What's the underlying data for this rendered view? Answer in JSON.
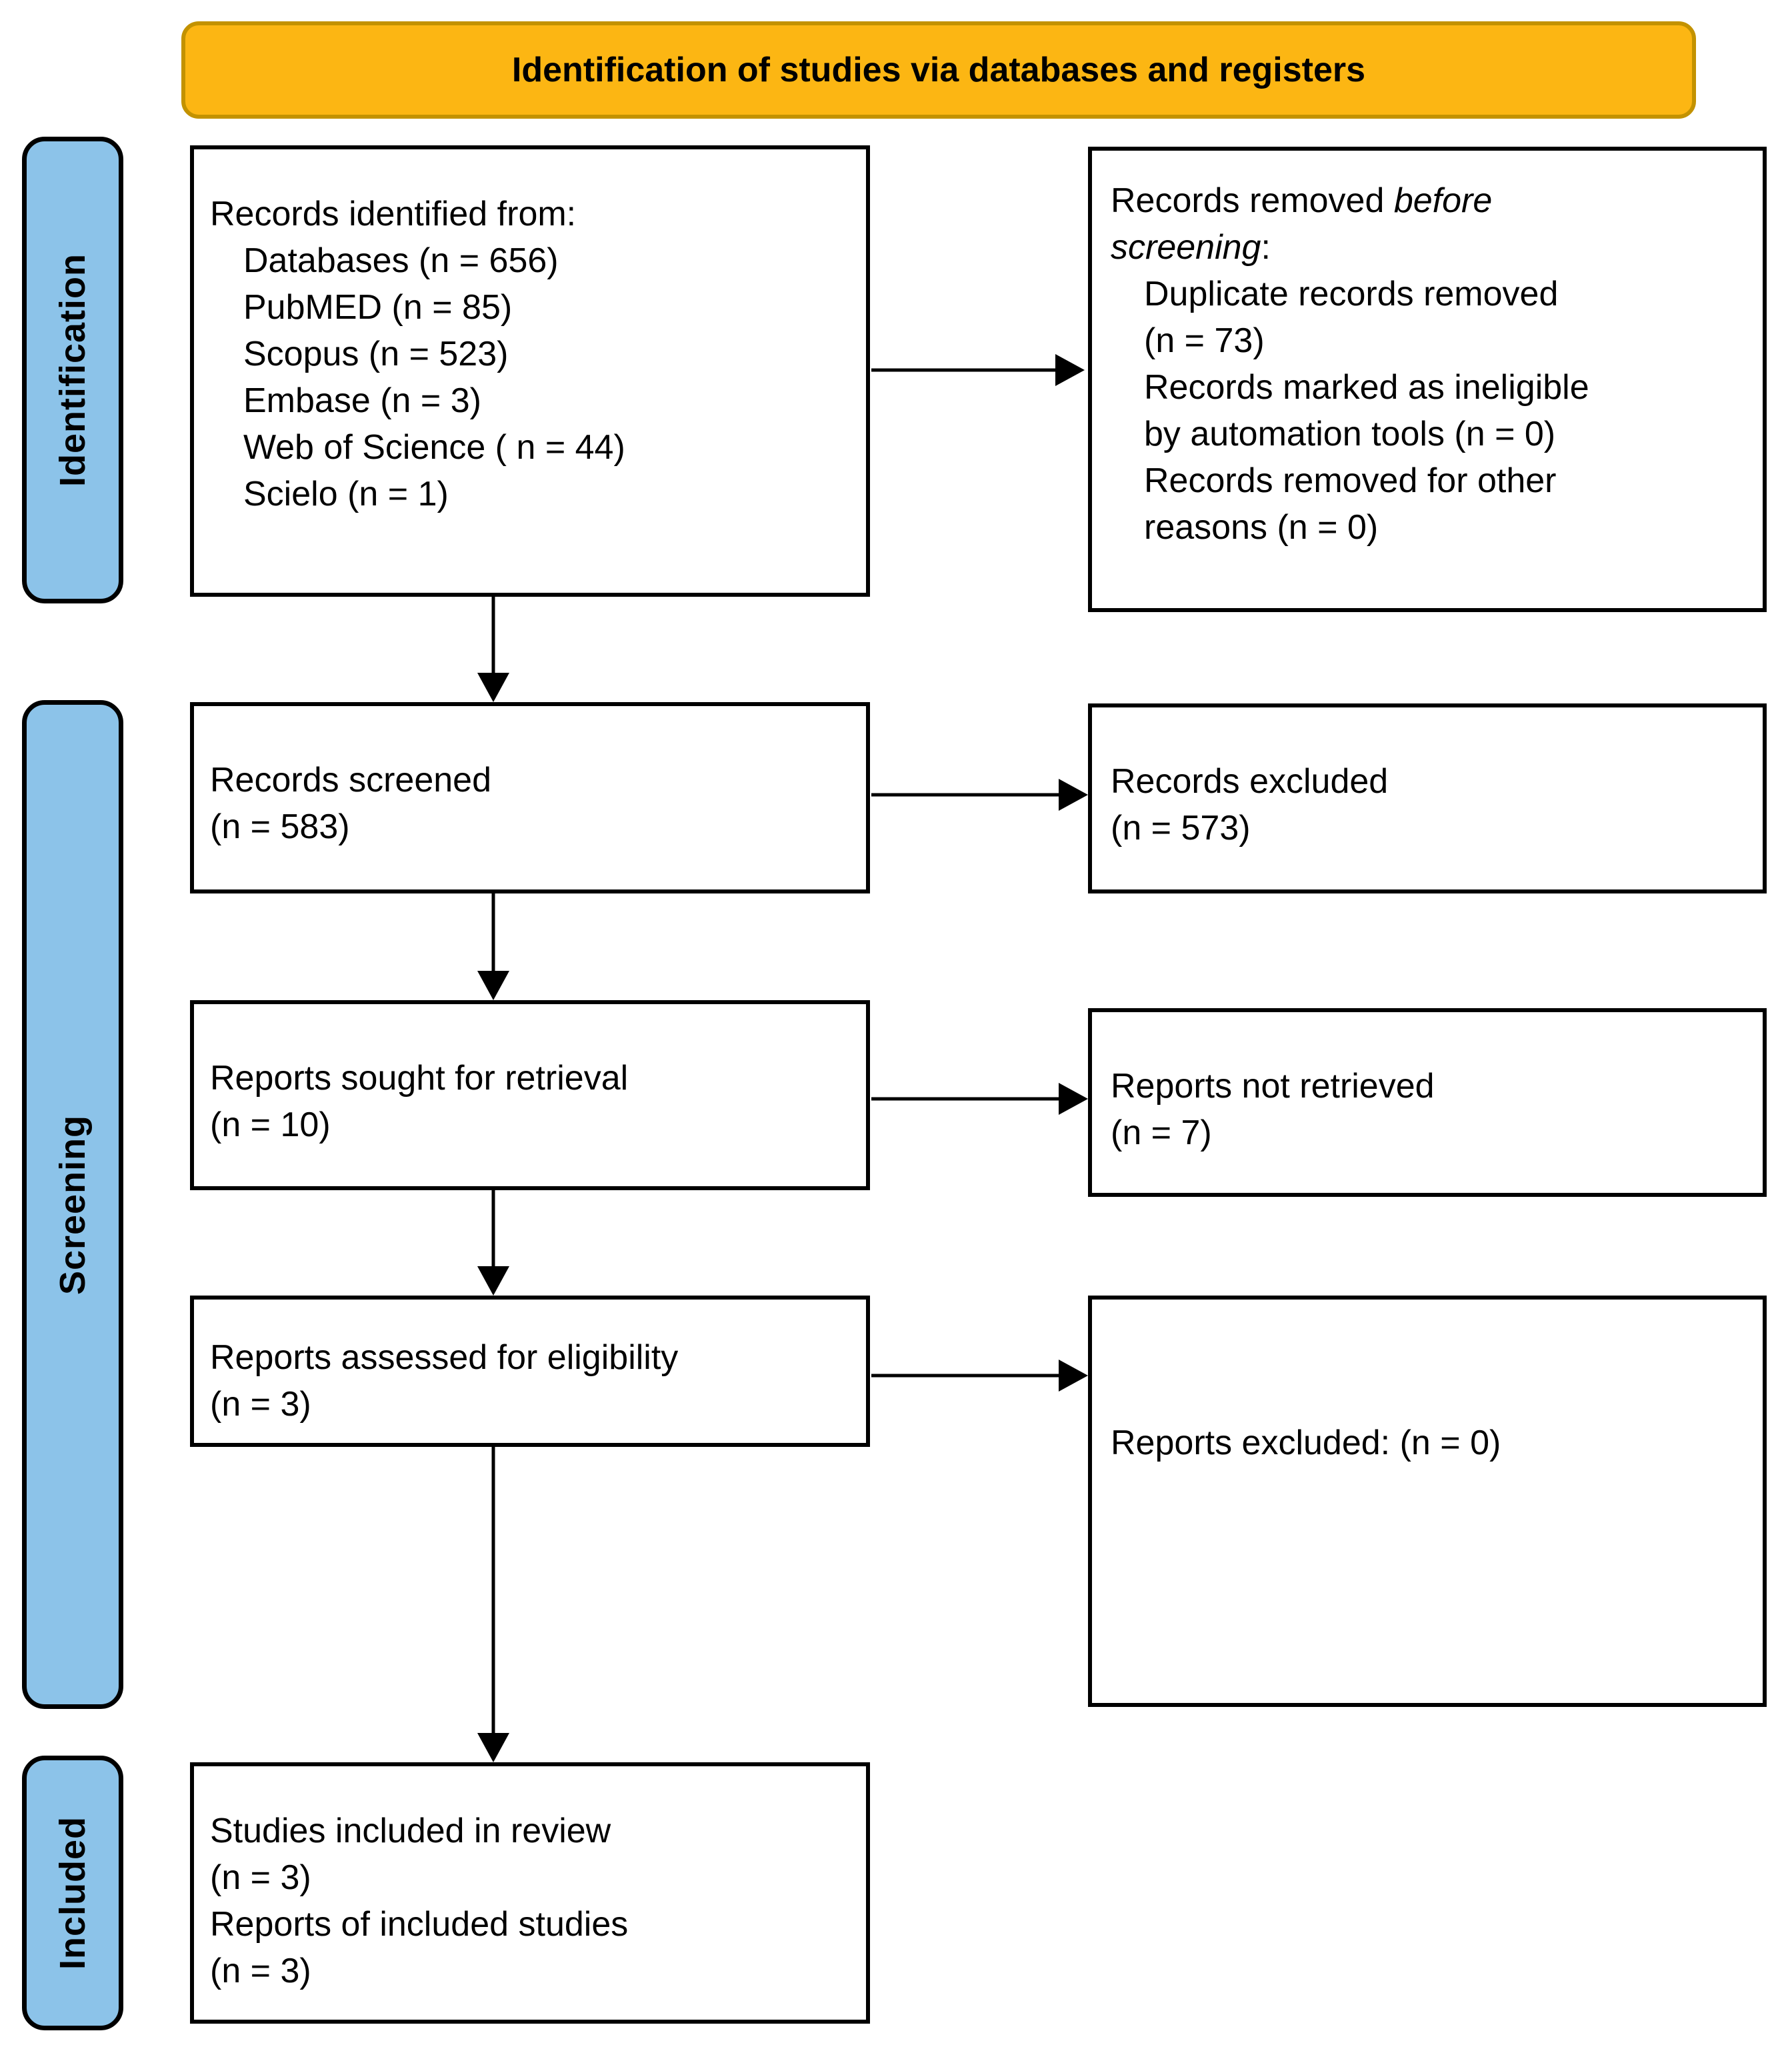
{
  "banner": {
    "label": "Identification of studies via databases and registers"
  },
  "stages": {
    "identification": "Identification",
    "screening": "Screening",
    "included": "Included"
  },
  "boxes": {
    "records_identified": {
      "title": "Records identified from:",
      "items": [
        "Databases (n = 656)",
        "PubMED (n = 85)",
        "Scopus (n = 523)",
        "Embase (n = 3)",
        "Web of Science ( n = 44)",
        "Scielo (n = 1)"
      ]
    },
    "records_removed": {
      "prefix": "Records removed ",
      "italic_line1": "before",
      "italic_line2": "screening",
      "suffix": ":",
      "items": [
        "Duplicate records removed",
        "(n = 73)",
        "Records marked as ineligible",
        "by automation tools (n = 0)",
        "Records removed for other",
        "reasons (n = 0)"
      ]
    },
    "records_screened": {
      "lines": [
        "Records screened",
        "(n = 583)"
      ]
    },
    "records_excluded": {
      "lines": [
        "Records excluded",
        "(n = 573)"
      ]
    },
    "reports_sought": {
      "lines": [
        "Reports sought for retrieval",
        "(n = 10)"
      ]
    },
    "reports_not_retrieved": {
      "lines": [
        "Reports not retrieved",
        "(n = 7)"
      ]
    },
    "reports_assessed": {
      "lines": [
        "Reports assessed for eligibility",
        "(n = 3)"
      ]
    },
    "reports_excluded": {
      "lines": [
        "Reports excluded: (n = 0)"
      ]
    },
    "studies_included": {
      "lines": [
        "Studies included in review",
        "(n = 3)",
        "Reports of included studies",
        "(n = 3)"
      ]
    }
  },
  "colors": {
    "banner_fill": "#FCB613",
    "banner_border": "#C39200",
    "stage_fill": "#8CC3E9",
    "box_border": "#000000",
    "arrow": "#000000"
  }
}
